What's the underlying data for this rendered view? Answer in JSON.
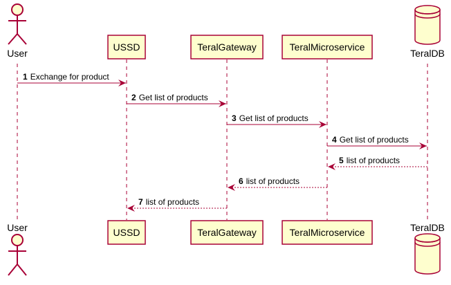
{
  "diagram": {
    "type": "sequence",
    "participants": [
      {
        "id": "user",
        "label": "User",
        "kind": "actor"
      },
      {
        "id": "ussd",
        "label": "USSD",
        "kind": "participant"
      },
      {
        "id": "gateway",
        "label": "TeralGateway",
        "kind": "participant"
      },
      {
        "id": "micro",
        "label": "TeralMicroservice",
        "kind": "participant"
      },
      {
        "id": "db",
        "label": "TeralDB",
        "kind": "database"
      }
    ],
    "messages": [
      {
        "num": "1",
        "text": "Exchange for product",
        "from": "user",
        "to": "ussd",
        "style": "solid"
      },
      {
        "num": "2",
        "text": "Get list of products",
        "from": "ussd",
        "to": "gateway",
        "style": "solid"
      },
      {
        "num": "3",
        "text": "Get list of products",
        "from": "gateway",
        "to": "micro",
        "style": "solid"
      },
      {
        "num": "4",
        "text": "Get list of products",
        "from": "micro",
        "to": "db",
        "style": "solid"
      },
      {
        "num": "5",
        "text": "list of products",
        "from": "db",
        "to": "micro",
        "style": "dashed"
      },
      {
        "num": "6",
        "text": "list of products",
        "from": "micro",
        "to": "gateway",
        "style": "dashed"
      },
      {
        "num": "7",
        "text": "list of products",
        "from": "gateway",
        "to": "ussd",
        "style": "dashed"
      }
    ],
    "colors": {
      "participant_fill": "#FEFECE",
      "participant_border": "#A80036",
      "arrow": "#A80036",
      "text": "#000000"
    }
  }
}
